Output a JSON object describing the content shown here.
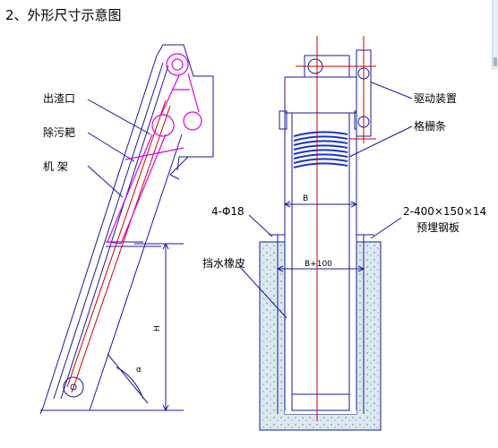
{
  "title": "2、外形尺寸示意图",
  "left_view": {
    "labels": [
      "出渣口",
      "除污耙",
      "机 架"
    ],
    "dim_h": "H",
    "dim_angle": "α"
  },
  "right_view": {
    "labels_right": [
      "驱动装置",
      "格栅条"
    ],
    "dim_b": "B",
    "dim_b100": "B+100",
    "bolt": "4-Φ18",
    "plate": "2-400×150×14",
    "plate_name": "预埋钢板",
    "seal": "挡水橡皮"
  },
  "colors": {
    "line": "#1a1a99",
    "magenta": "#e000e0",
    "red": "#cc0000",
    "concrete": "#d7e7ef"
  }
}
